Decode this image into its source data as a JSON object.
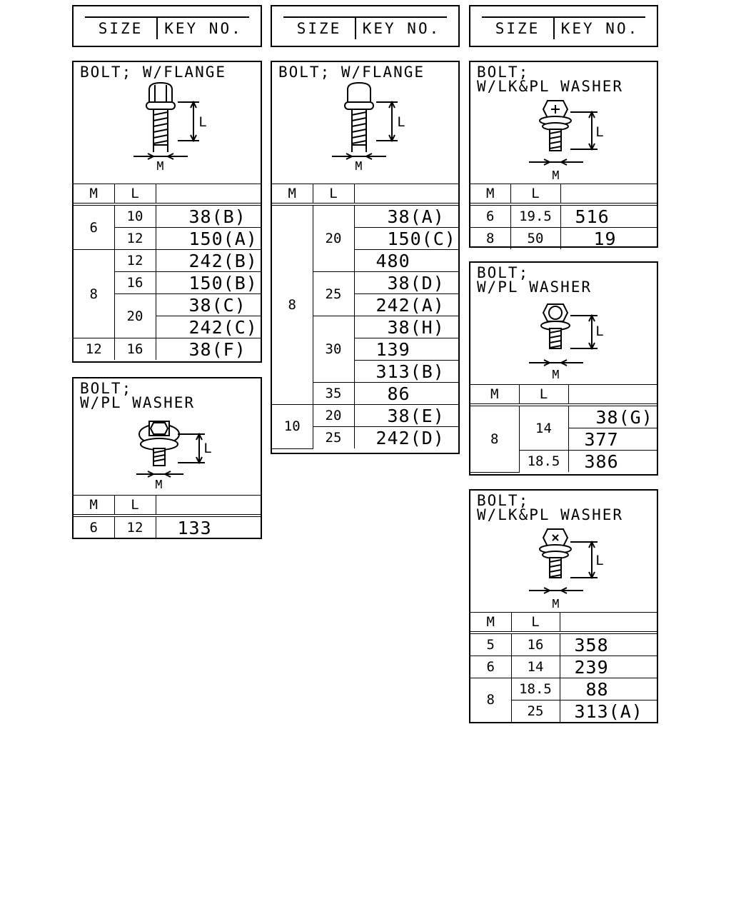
{
  "headers": [
    {
      "size": "SIZE",
      "key": "KEY NO."
    },
    {
      "size": "SIZE",
      "key": "KEY NO."
    },
    {
      "size": "SIZE",
      "key": "KEY NO."
    }
  ],
  "columns": {
    "m": "M",
    "l": "L"
  },
  "dimension_labels": {
    "length": "L",
    "diameter": "M"
  },
  "panels": {
    "p1": {
      "title": "BOLT; W/FLANGE",
      "rows": [
        [
          "6",
          "10",
          "38(B)"
        ],
        [
          "6",
          "12",
          "150(A)"
        ],
        [
          "8",
          "12",
          "242(B)"
        ],
        [
          "8",
          "16",
          "150(B)"
        ],
        [
          "8",
          "20",
          "38(C)"
        ],
        [
          "8",
          "20",
          "242(C)"
        ],
        [
          "12",
          "16",
          "38(F)"
        ]
      ]
    },
    "p2": {
      "title": "BOLT;\nW/PL WASHER",
      "rows": [
        [
          "6",
          "12",
          "133"
        ]
      ]
    },
    "p3": {
      "title": "BOLT; W/FLANGE",
      "rows": [
        [
          "8",
          "20",
          "38(A)"
        ],
        [
          "8",
          "20",
          "150(C)"
        ],
        [
          "8",
          "20",
          "480"
        ],
        [
          "8",
          "25",
          "38(D)"
        ],
        [
          "8",
          "25",
          "242(A)"
        ],
        [
          "8",
          "30",
          "38(H)"
        ],
        [
          "8",
          "30",
          "139"
        ],
        [
          "8",
          "30",
          "313(B)"
        ],
        [
          "8",
          "35",
          "86"
        ],
        [
          "10",
          "20",
          "38(E)"
        ],
        [
          "10",
          "25",
          "242(D)"
        ]
      ]
    },
    "p4": {
      "title": "BOLT;\nW/LK&PL WASHER",
      "rows": [
        [
          "6",
          "19.5",
          "516"
        ],
        [
          "8",
          "50",
          "19"
        ]
      ]
    },
    "p5": {
      "title": "BOLT;\nW/PL WASHER",
      "rows": [
        [
          "8",
          "14",
          "38(G)"
        ],
        [
          "8",
          "14",
          "377"
        ],
        [
          "8",
          "18.5",
          "386"
        ]
      ]
    },
    "p6": {
      "title": "BOLT;\nW/LK&PL WASHER",
      "rows": [
        [
          "5",
          "16",
          "358"
        ],
        [
          "6",
          "14",
          "239"
        ],
        [
          "8",
          "18.5",
          "88"
        ],
        [
          "8",
          "25",
          "313(A)"
        ]
      ]
    }
  }
}
